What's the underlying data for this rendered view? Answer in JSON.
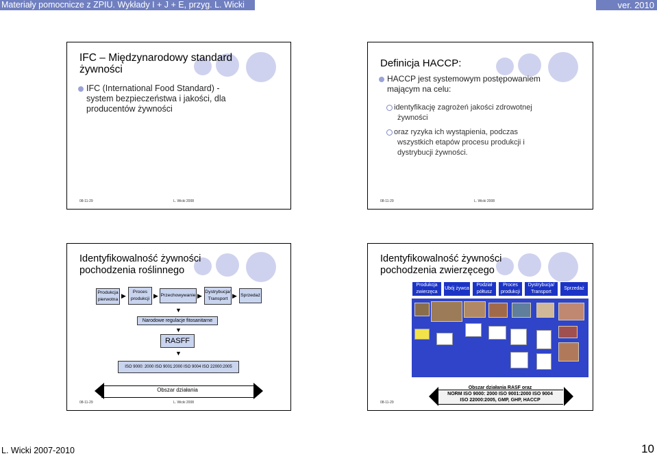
{
  "header": {
    "left": "Materiały pomocnicze z ZPIU. Wykłady I + J + E, przyg. L. Wicki",
    "right": "ver. 2010"
  },
  "footer": {
    "left": "L. Wicki 2007-2010",
    "page": "10"
  },
  "slide_meta": {
    "date": "08-11-29",
    "author": "L. Wicki 2008"
  },
  "slide1": {
    "title_l1": "IFC – Międzynarodowy standard",
    "title_l2": "żywności",
    "b_l1": "IFC (International Food Standard) -",
    "b_l2": "system bezpieczeństwa i jakości, dla",
    "b_l3": "producentów żywności"
  },
  "slide2": {
    "title": "Definicja HACCP:",
    "b_l1": "HACCP jest systemowym postępowaniem",
    "b_l2": "mającym na celu:",
    "s1_l1": "identyfikację zagrożeń jakości zdrowotnej",
    "s1_l2": "żywności",
    "s2_l1": "oraz ryzyka ich wystąpienia, podczas",
    "s2_l2": "wszystkich etapów procesu produkcji i",
    "s2_l3": "dystrybucji żywności."
  },
  "slide3": {
    "title_l1": "Identyfikowalność żywności",
    "title_l2": "pochodzenia roślinnego",
    "flow": [
      {
        "l1": "Produkcja",
        "l2": "pierwotna"
      },
      {
        "l1": "Proces",
        "l2": "produkcji"
      },
      {
        "l1": "Przechowywanie",
        "l2": ""
      },
      {
        "l1": "Dystrybucja/",
        "l2": "Transport"
      },
      {
        "l1": "Sprzedaż",
        "l2": ""
      }
    ],
    "regs": "Narodowe regulacje fitosanitarne",
    "rasff": "RASFF",
    "iso": "ISO 9000: 2000 ISO 9001:2000 ISO 9004 ISO 22000:2005",
    "area": "Obszar działania"
  },
  "slide4": {
    "title_l1": "Identyfikowalność żywności",
    "title_l2": "pochodzenia zwierzęcego",
    "flow": [
      {
        "l1": "Produkcja",
        "l2": "zwierzęca"
      },
      {
        "l1": "Ubój żywca",
        "l2": ""
      },
      {
        "l1": "Podział",
        "l2": "półtusz"
      },
      {
        "l1": "Proces",
        "l2": "produkcji"
      },
      {
        "l1": "Dystrybucja/",
        "l2": "Transport"
      },
      {
        "l1": "Sprzedaż",
        "l2": ""
      }
    ],
    "area_l1": "Obszar działania RASF oraz",
    "area_l2": "NORM ISO 9000: 2000 ISO 9001:2000 ISO 9004",
    "area_l3": "ISO 22000:2005, GMP, GHP, HACCP"
  }
}
